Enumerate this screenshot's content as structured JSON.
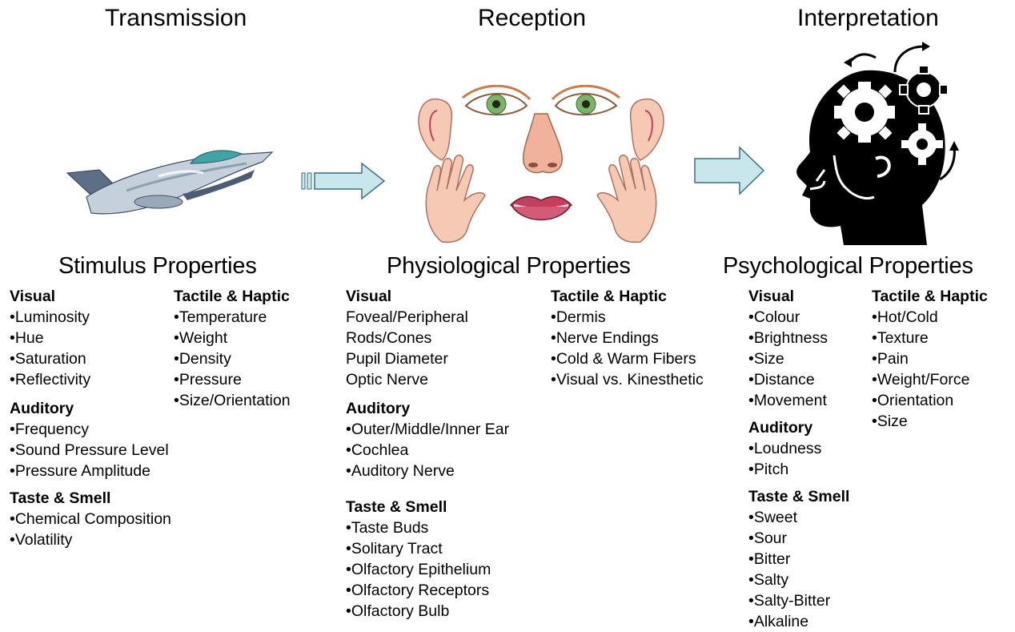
{
  "stages": {
    "transmission": "Transmission",
    "reception": "Reception",
    "interpretation": "Interpretation"
  },
  "sections": {
    "stimulus": {
      "title": "Stimulus Properties",
      "visual": {
        "heading": "Visual",
        "items": [
          "•Luminosity",
          "•Hue",
          "•Saturation",
          "•Reflectivity"
        ]
      },
      "auditory": {
        "heading": "Auditory",
        "items": [
          "•Frequency",
          "•Sound Pressure Level",
          "•Pressure Amplitude"
        ]
      },
      "taste_smell": {
        "heading": "Taste & Smell",
        "items": [
          "•Chemical Composition",
          "•Volatility"
        ]
      },
      "tactile": {
        "heading": "Tactile & Haptic",
        "items": [
          "•Temperature",
          "•Weight",
          "•Density",
          "•Pressure",
          "•Size/Orientation"
        ]
      }
    },
    "physiological": {
      "title": "Physiological Properties",
      "visual": {
        "heading": "Visual",
        "items": [
          "Foveal/Peripheral",
          "Rods/Cones",
          "Pupil Diameter",
          "Optic Nerve"
        ]
      },
      "auditory": {
        "heading": "Auditory",
        "items": [
          "•Outer/Middle/Inner Ear",
          "•Cochlea",
          "•Auditory Nerve"
        ]
      },
      "taste_smell": {
        "heading": "Taste & Smell",
        "items": [
          "•Taste Buds",
          "•Solitary Tract",
          "•Olfactory Epithelium",
          "•Olfactory Receptors",
          "•Olfactory Bulb"
        ]
      },
      "tactile": {
        "heading": "Tactile & Haptic",
        "items": [
          "•Dermis",
          "•Nerve Endings",
          "•Cold & Warm Fibers",
          "•Visual vs. Kinesthetic"
        ]
      }
    },
    "psychological": {
      "title": "Psychological Properties",
      "visual": {
        "heading": "Visual",
        "items": [
          "•Colour",
          "•Brightness",
          "•Size",
          "•Distance",
          "•Movement"
        ]
      },
      "auditory": {
        "heading": "Auditory",
        "items": [
          "•Loudness",
          "•Pitch"
        ]
      },
      "taste_smell": {
        "heading": "Taste & Smell",
        "items": [
          "•Sweet",
          "•Sour",
          "•Bitter",
          "•Salty",
          "•Salty-Bitter",
          "•Alkaline"
        ]
      },
      "tactile": {
        "heading": "Tactile & Haptic",
        "items": [
          "•Hot/Cold",
          "•Texture",
          "•Pain",
          "•Weight/Force",
          "•Orientation",
          "•Size"
        ]
      }
    }
  },
  "colors": {
    "arrow_fill": "#c8e6ec",
    "arrow_stroke": "#3a6f80",
    "skin": "#f5c9b4",
    "iris": "#7fb26a",
    "lips": "#c0405e",
    "head": "#000000"
  },
  "icons": [
    "jet-plane-illustration",
    "transmission-arrow-icon",
    "face-senses-illustration",
    "reception-arrow-icon",
    "thinking-head-gears-icon"
  ]
}
